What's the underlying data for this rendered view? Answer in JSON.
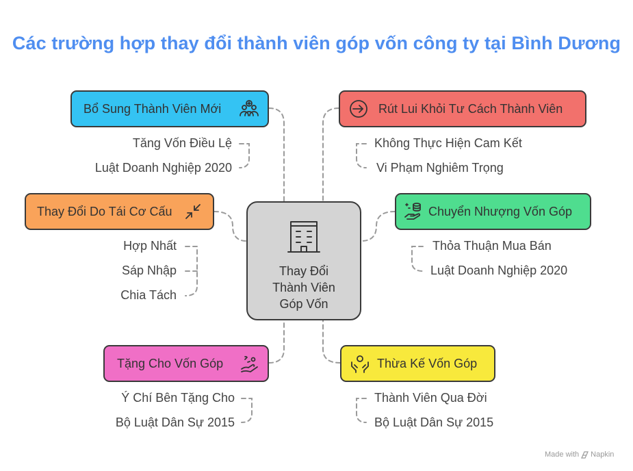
{
  "title": "Các trường hợp thay đổi thành viên góp vốn công ty tại Bình Dương",
  "center": {
    "line1": "Thay Đổi",
    "line2": "Thành Viên",
    "line3": "Góp Vốn",
    "icon": "building-icon",
    "color": "#d4d4d4"
  },
  "branches": {
    "bo_sung": {
      "label": "Bổ Sung Thành Viên Mới",
      "icon": "add-group-icon",
      "color": "#34c3f3",
      "items": [
        "Tăng Vốn Điều Lệ",
        "Luật Doanh Nghiệp 2020"
      ]
    },
    "rut_lui": {
      "label": "Rút Lui Khỏi Tư Cách Thành Viên",
      "icon": "exit-icon",
      "color": "#f2716c",
      "items": [
        "Không Thực Hiện Cam Kết",
        "Vi Phạm Nghiêm Trọng"
      ]
    },
    "tai_co_cau": {
      "label": "Thay Đổi Do Tái Cơ Cấu",
      "icon": "merge-arrows-icon",
      "color": "#f9a35a",
      "items": [
        "Hợp Nhất",
        "Sáp Nhập",
        "Chia Tách"
      ]
    },
    "chuyen_nhuong": {
      "label": "Chuyển Nhượng Vốn Góp",
      "icon": "hand-coins-icon",
      "color": "#4fdd8f",
      "items": [
        "Thỏa Thuận Mua Bán",
        "Luật Doanh Nghiệp 2020"
      ]
    },
    "tang_cho": {
      "label": "Tặng Cho Vốn Góp",
      "icon": "giving-hand-icon",
      "color": "#f06fc6",
      "items": [
        "Ý Chí Bên Tặng Cho",
        "Bộ Luật Dân Sự 2015"
      ]
    },
    "thua_ke": {
      "label": "Thừa Kế Vốn Góp",
      "icon": "receiving-hands-icon",
      "color": "#f8e93c",
      "items": [
        "Thành Viên Qua Đời",
        "Bộ Luật Dân Sự 2015"
      ]
    }
  },
  "footer": {
    "made_with": "Made with",
    "brand": "Napkin"
  }
}
